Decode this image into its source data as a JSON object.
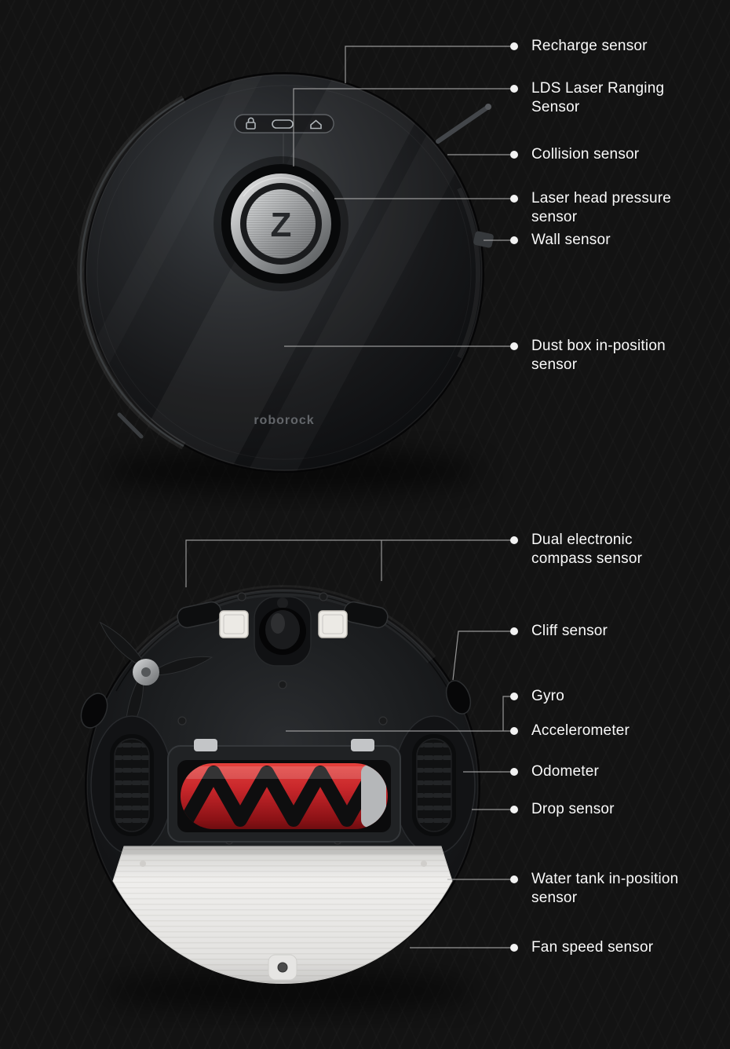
{
  "brand": {
    "logo_text": "roborock",
    "turret_mark": "Z"
  },
  "top_view": {
    "labels": [
      {
        "text": "Recharge sensor"
      },
      {
        "text": "LDS Laser Ranging\nSensor"
      },
      {
        "text": "Collision sensor"
      },
      {
        "text": "Laser head pressure\nsensor"
      },
      {
        "text": "Wall sensor"
      },
      {
        "text": "Dust box in-position\nsensor"
      }
    ]
  },
  "bottom_view": {
    "labels": [
      {
        "text": "Dual electronic\ncompass sensor"
      },
      {
        "text": "Cliff sensor"
      },
      {
        "text": "Gyro"
      },
      {
        "text": "Accelerometer"
      },
      {
        "text": "Odometer"
      },
      {
        "text": "Drop sensor"
      },
      {
        "text": "Water tank in-position\nsensor"
      },
      {
        "text": "Fan speed sensor"
      }
    ]
  },
  "colors": {
    "background": "#131313",
    "label_text": "#fafafa",
    "leader_line": "#adadad",
    "brush_red": "#c6262a",
    "mop_plate": "#efeeec"
  }
}
